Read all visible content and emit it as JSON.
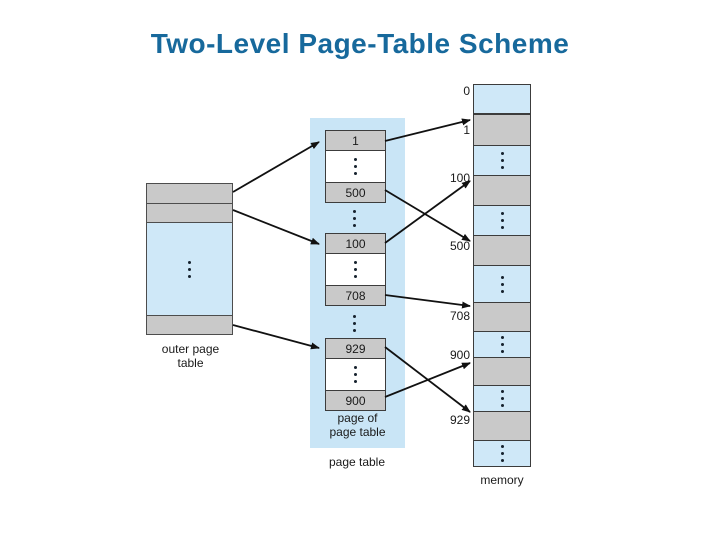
{
  "slide": {
    "title": "Two-Level Page-Table Scheme"
  },
  "outer_page_table": {
    "caption": "outer page\ntable"
  },
  "page_table_band": {
    "pages": [
      {
        "top_entry": "1",
        "bottom_entry": "500"
      },
      {
        "top_entry": "100",
        "bottom_entry": "708"
      },
      {
        "top_entry": "929",
        "bottom_entry": "900"
      }
    ],
    "inner_caption": "page of\npage table",
    "caption": "page table"
  },
  "memory_column": {
    "frame_labels": [
      "0",
      "1",
      "100",
      "500",
      "708",
      "900",
      "929"
    ],
    "caption": "memory"
  },
  "colors": {
    "title_text": "#17699c",
    "block_blue": "#cfe8f8",
    "band_blue": "#c9e5f6",
    "block_gray": "#c9c9c9",
    "line": "#111111"
  }
}
